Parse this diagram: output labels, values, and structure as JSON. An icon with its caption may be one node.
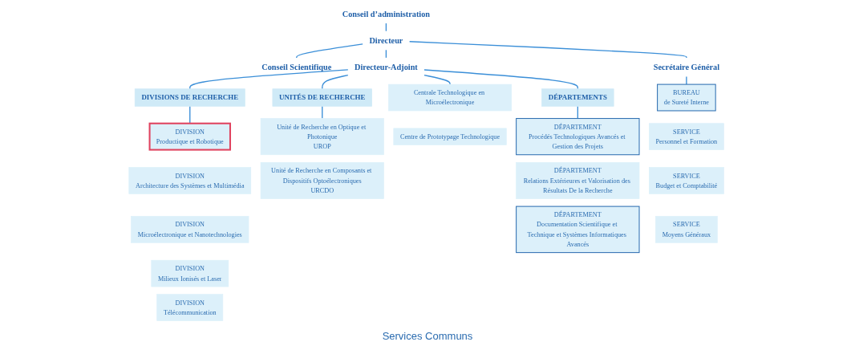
{
  "diagram": {
    "nodes": [
      {
        "text": [
          "Conseil d’administration"
        ]
      },
      {
        "text": [
          "Directeur"
        ]
      },
      {
        "text": [
          "Conseil Scientifique"
        ]
      },
      {
        "text": [
          "Secrétaire Général"
        ]
      },
      {
        "text": [
          "Directeur-Adjoint"
        ]
      },
      {
        "text": [
          "DIVISIONS DE RECHERCHE"
        ]
      },
      {
        "text": [
          "UNITÉS DE RECHERCHE"
        ]
      },
      {
        "text": [
          "DÉPARTEMENTS"
        ]
      },
      {
        "text": [
          "DIVISION",
          "Productique et Robotique"
        ]
      },
      {
        "text": [
          "DIVISION",
          "Architecture des Systèmes et Multimédia"
        ]
      },
      {
        "text": [
          "DIVISION",
          "Microélectronique et Nanotechnologies"
        ]
      },
      {
        "text": [
          "DIVISION",
          "Milieux Ionisés et Laser"
        ]
      },
      {
        "text": [
          "DIVISION",
          "Télécommunication"
        ]
      },
      {
        "text": [
          "Unité de Recherche en Optique et Photonique",
          "UROP"
        ]
      },
      {
        "text": [
          "Unité de Recherche en Composants et Dispositifs Optoélectroniques",
          "URCDO"
        ]
      },
      {
        "text": [
          "Centrale Technologique en Microélectronique"
        ]
      },
      {
        "text": [
          "Centre de Prototypage Technologique"
        ]
      },
      {
        "text": [
          "DÉPARTEMENT",
          "Procédés Technologiques Avancés et Gestion des Projets"
        ]
      },
      {
        "text": [
          "DÉPARTEMENT",
          "Relations Extérieures et Valorisation des Résultats De la Recherche"
        ]
      },
      {
        "text": [
          "DÉPARTEMENT",
          "Documentation Scientifique et Technique et Systèmes Informatiques Avancés"
        ]
      },
      {
        "text": [
          "BUREAU",
          "de Sureté Interne"
        ]
      },
      {
        "text": [
          "SERVICE",
          "Personnel et Formation"
        ]
      },
      {
        "text": [
          "SERVICE",
          "Budget et Comptabilité"
        ]
      },
      {
        "text": [
          "SERVICE",
          "Moyens Généraux"
        ]
      }
    ],
    "edges": [
      {
        "from": 0,
        "to": 1,
        "arrow": "none"
      },
      {
        "from": 1,
        "to": 2,
        "arrow": "none"
      },
      {
        "from": 1,
        "to": 3,
        "arrow": "none"
      },
      {
        "from": 1,
        "to": 4,
        "arrow": "none"
      },
      {
        "from": 4,
        "to": 5,
        "arrow": "none"
      },
      {
        "from": 4,
        "to": 6,
        "arrow": "none"
      },
      {
        "from": 4,
        "to": 15,
        "arrow": "none"
      },
      {
        "from": 4,
        "to": 7,
        "arrow": "none"
      },
      {
        "from": 5,
        "to": 8,
        "arrow": "none"
      },
      {
        "from": 6,
        "to": 13,
        "arrow": "none"
      },
      {
        "from": 7,
        "to": 17,
        "arrow": "none"
      },
      {
        "from": 3,
        "to": 20,
        "arrow": "none"
      }
    ],
    "labels": [
      "Services Communs"
    ]
  }
}
